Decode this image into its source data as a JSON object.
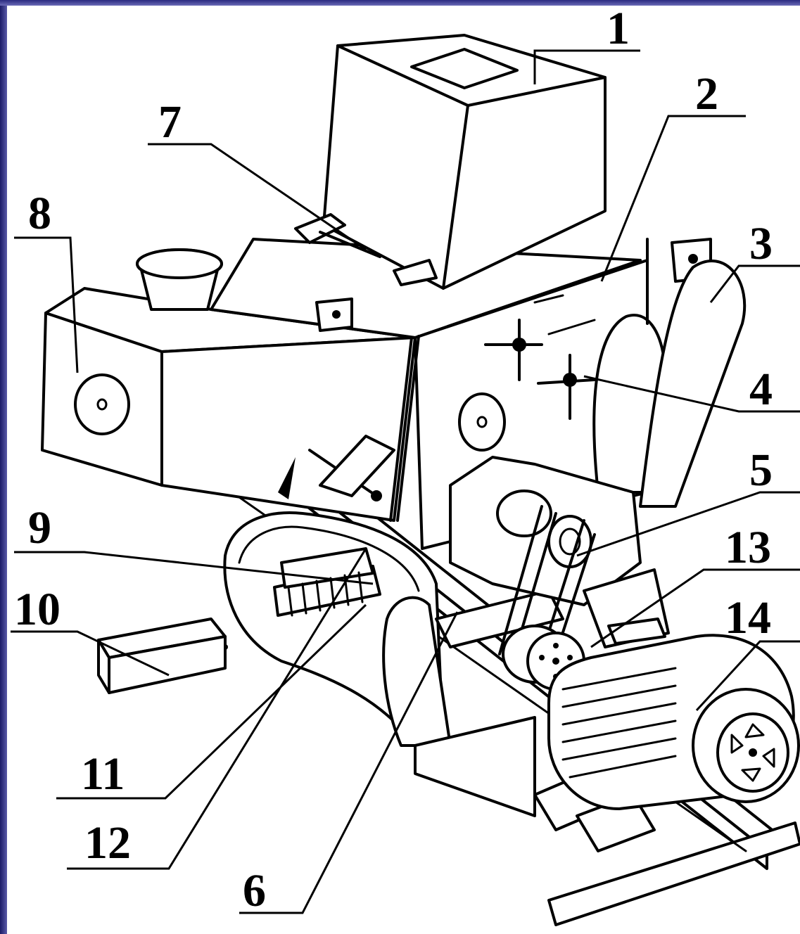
{
  "diagram": {
    "callouts": [
      {
        "id": "1",
        "label": "1"
      },
      {
        "id": "2",
        "label": "2"
      },
      {
        "id": "3",
        "label": "3"
      },
      {
        "id": "4",
        "label": "4"
      },
      {
        "id": "5",
        "label": "5"
      },
      {
        "id": "6",
        "label": "6"
      },
      {
        "id": "7",
        "label": "7"
      },
      {
        "id": "8",
        "label": "8"
      },
      {
        "id": "9",
        "label": "9"
      },
      {
        "id": "10",
        "label": "10"
      },
      {
        "id": "11",
        "label": "11"
      },
      {
        "id": "12",
        "label": "12"
      },
      {
        "id": "13",
        "label": "13"
      },
      {
        "id": "14",
        "label": "14"
      }
    ]
  },
  "colors": {
    "line": "#000000",
    "background": "#ffffff",
    "frame_edge": "#2a2a80"
  }
}
